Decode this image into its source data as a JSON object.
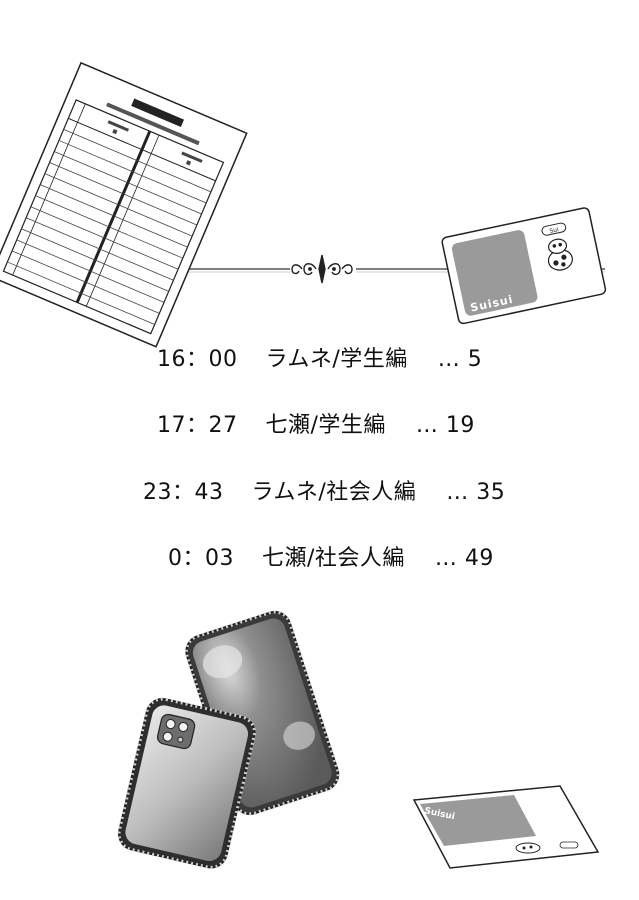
{
  "toc": [
    {
      "time": "16：00",
      "title": "ラムネ/学生編",
      "page": "… 5"
    },
    {
      "time": "17：27",
      "title": "七瀬/学生編",
      "page": "… 19"
    },
    {
      "time": "23：43",
      "title": "ラムネ/社会人編",
      "page": "… 35"
    },
    {
      "time": "0：03",
      "title": "七瀬/社会人編",
      "page": "… 49"
    }
  ],
  "card": {
    "brand": "Suisui",
    "badge": "Sui"
  },
  "icons": [
    "timetable-sheet-illustration",
    "ic-card-illustration",
    "smartphone-illustration",
    "ornament-divider"
  ]
}
